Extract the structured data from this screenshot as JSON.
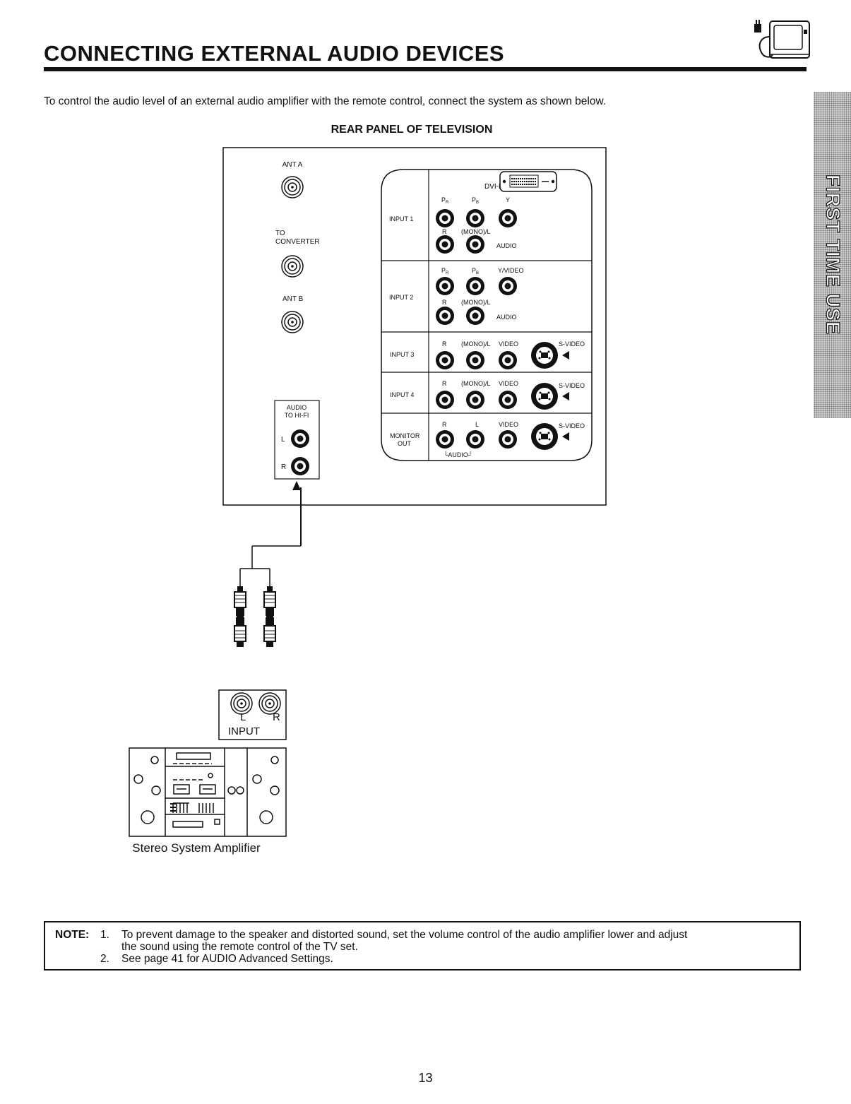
{
  "header": {
    "title": "CONNECTING EXTERNAL AUDIO DEVICES",
    "logo_icon": "tv-with-plug-icon"
  },
  "intro": "To control the audio level of an external audio amplifier with the remote control, connect the system as shown below.",
  "side_tab": "FIRST TIME USE",
  "diagram": {
    "subtitle": "REAR PANEL OF TELEVISION",
    "ant_a": "ANT A",
    "to_converter_1": "TO",
    "to_converter_2": "CONVERTER",
    "ant_b": "ANT B",
    "audio_to_hifi_1": "AUDIO",
    "audio_to_hifi_2": "TO HI-FI",
    "hifi_l": "L",
    "hifi_r": "R",
    "dvi": "DVI-HDTV",
    "input1": "INPUT 1",
    "input2": "INPUT 2",
    "input3": "INPUT 3",
    "input4": "INPUT 4",
    "monitor_out_1": "MONITOR",
    "monitor_out_2": "OUT",
    "pr": "P",
    "pr_sub": "R",
    "pb": "P",
    "pb_sub": "B",
    "y": "Y",
    "y_video": "Y/VIDEO",
    "r": "R",
    "mono_l": "(MONO)/L",
    "audio": "AUDIO",
    "video": "VIDEO",
    "s_video": "S-VIDEO",
    "l": "L",
    "audio_bracket": "└AUDIO┘",
    "amp_input": "INPUT",
    "amp_l": "L",
    "amp_r": "R",
    "amp_caption": "Stereo System Amplifier"
  },
  "note": {
    "label": "NOTE:",
    "item1_num": "1.",
    "item1_line1": "To prevent damage to the speaker and distorted sound, set the volume control of the audio amplifier lower and adjust",
    "item1_line2": "the sound using the remote control of the TV set.",
    "item2_num": "2.",
    "item2": "See page 41 for AUDIO Advanced Settings."
  },
  "page_number": "13"
}
